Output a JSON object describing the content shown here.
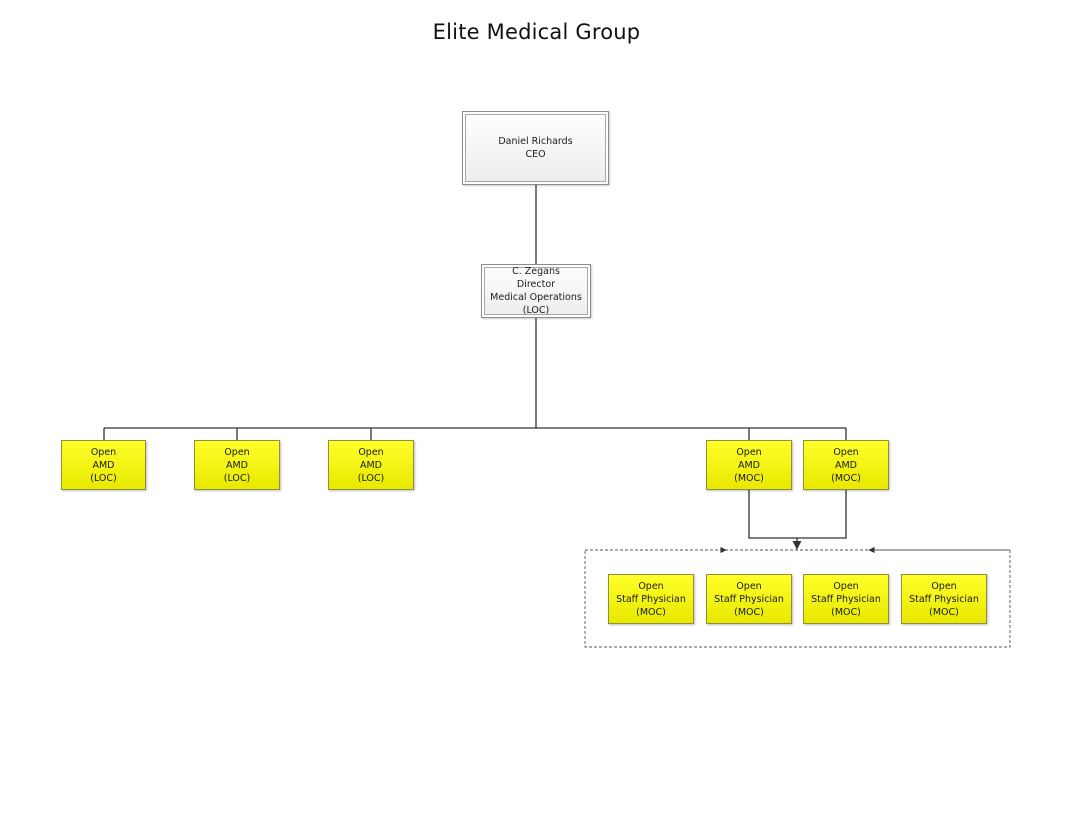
{
  "title": "Elite Medical Group",
  "colors": {
    "open_fill": "#ffff00",
    "exec_fill": "#f2f2f2",
    "line": "#333333"
  },
  "ceo": {
    "line1": "Daniel Richards",
    "line2": "CEO"
  },
  "director": {
    "line1": "C. Zegans",
    "line2": "Director",
    "line3": "Medical Operations",
    "line4": "(LOC)"
  },
  "amds": [
    {
      "line1": "Open",
      "line2": "AMD",
      "line3": "(LOC)"
    },
    {
      "line1": "Open",
      "line2": "AMD",
      "line3": "(LOC)"
    },
    {
      "line1": "Open",
      "line2": "AMD",
      "line3": "(LOC)"
    },
    {
      "line1": "Open",
      "line2": "AMD",
      "line3": "(MOC)"
    },
    {
      "line1": "Open",
      "line2": "AMD",
      "line3": "(MOC)"
    }
  ],
  "physicians": [
    {
      "line1": "Open",
      "line2": "Staff Physician",
      "line3": "(MOC)"
    },
    {
      "line1": "Open",
      "line2": "Staff Physician",
      "line3": "(MOC)"
    },
    {
      "line1": "Open",
      "line2": "Staff Physician",
      "line3": "(MOC)"
    },
    {
      "line1": "Open",
      "line2": "Staff Physician",
      "line3": "(MOC)"
    }
  ]
}
